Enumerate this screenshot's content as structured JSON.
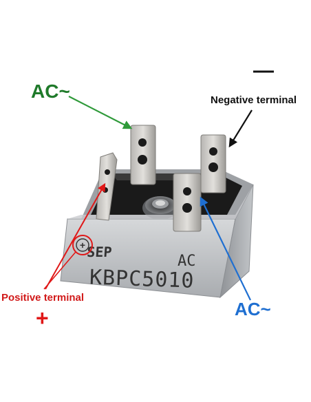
{
  "labels": {
    "ac_left": "AC~",
    "negative_sign": "—",
    "negative_label": "Negative terminal",
    "positive_label": "Positive terminal",
    "positive_sign": "+",
    "ac_right": "AC~"
  },
  "component": {
    "logo": "SEP",
    "part_number": "KBPC5010",
    "ac_mark": "AC",
    "plus_mark": "+"
  },
  "colors": {
    "ac_left": "#1f7a2a",
    "negative": "#111111",
    "positive": "#e01818",
    "ac_right": "#1f6fd1",
    "body_metal": "#b9bcbf"
  }
}
